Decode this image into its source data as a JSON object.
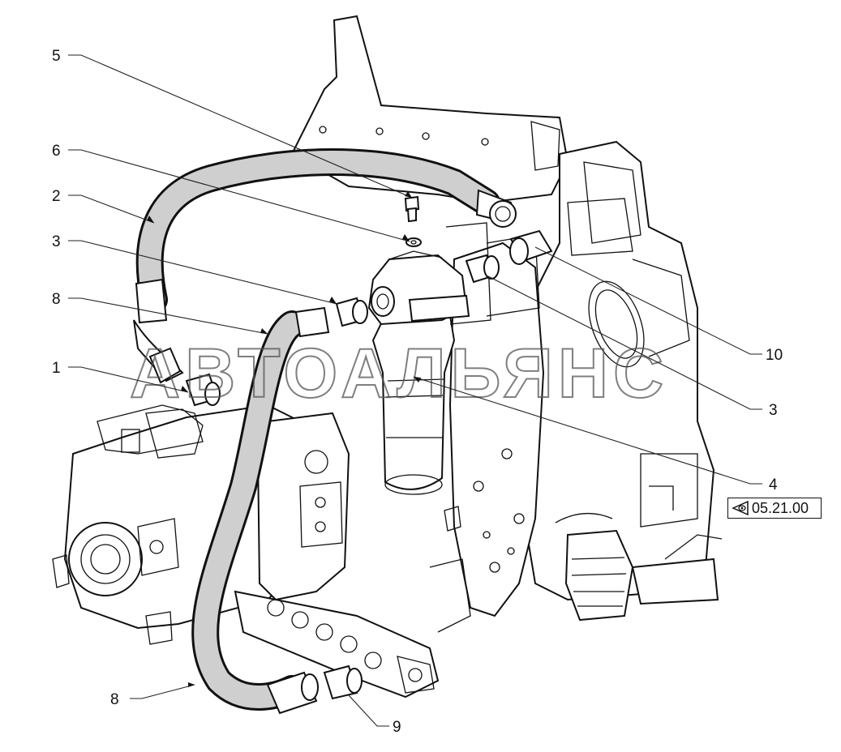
{
  "diagram": {
    "callouts": [
      {
        "id": "c5",
        "label": "5"
      },
      {
        "id": "c6",
        "label": "6"
      },
      {
        "id": "c2",
        "label": "2"
      },
      {
        "id": "c3a",
        "label": "3"
      },
      {
        "id": "c8a",
        "label": "8"
      },
      {
        "id": "c1",
        "label": "1"
      },
      {
        "id": "c10",
        "label": "10"
      },
      {
        "id": "c3b",
        "label": "3"
      },
      {
        "id": "c4",
        "label": "4"
      },
      {
        "id": "c8b",
        "label": "8"
      },
      {
        "id": "c9",
        "label": "9"
      }
    ],
    "reference": {
      "label": "05.21.00",
      "icon": "eye-arrow-icon"
    },
    "watermark": "АВТОАЛЬЯНС"
  }
}
